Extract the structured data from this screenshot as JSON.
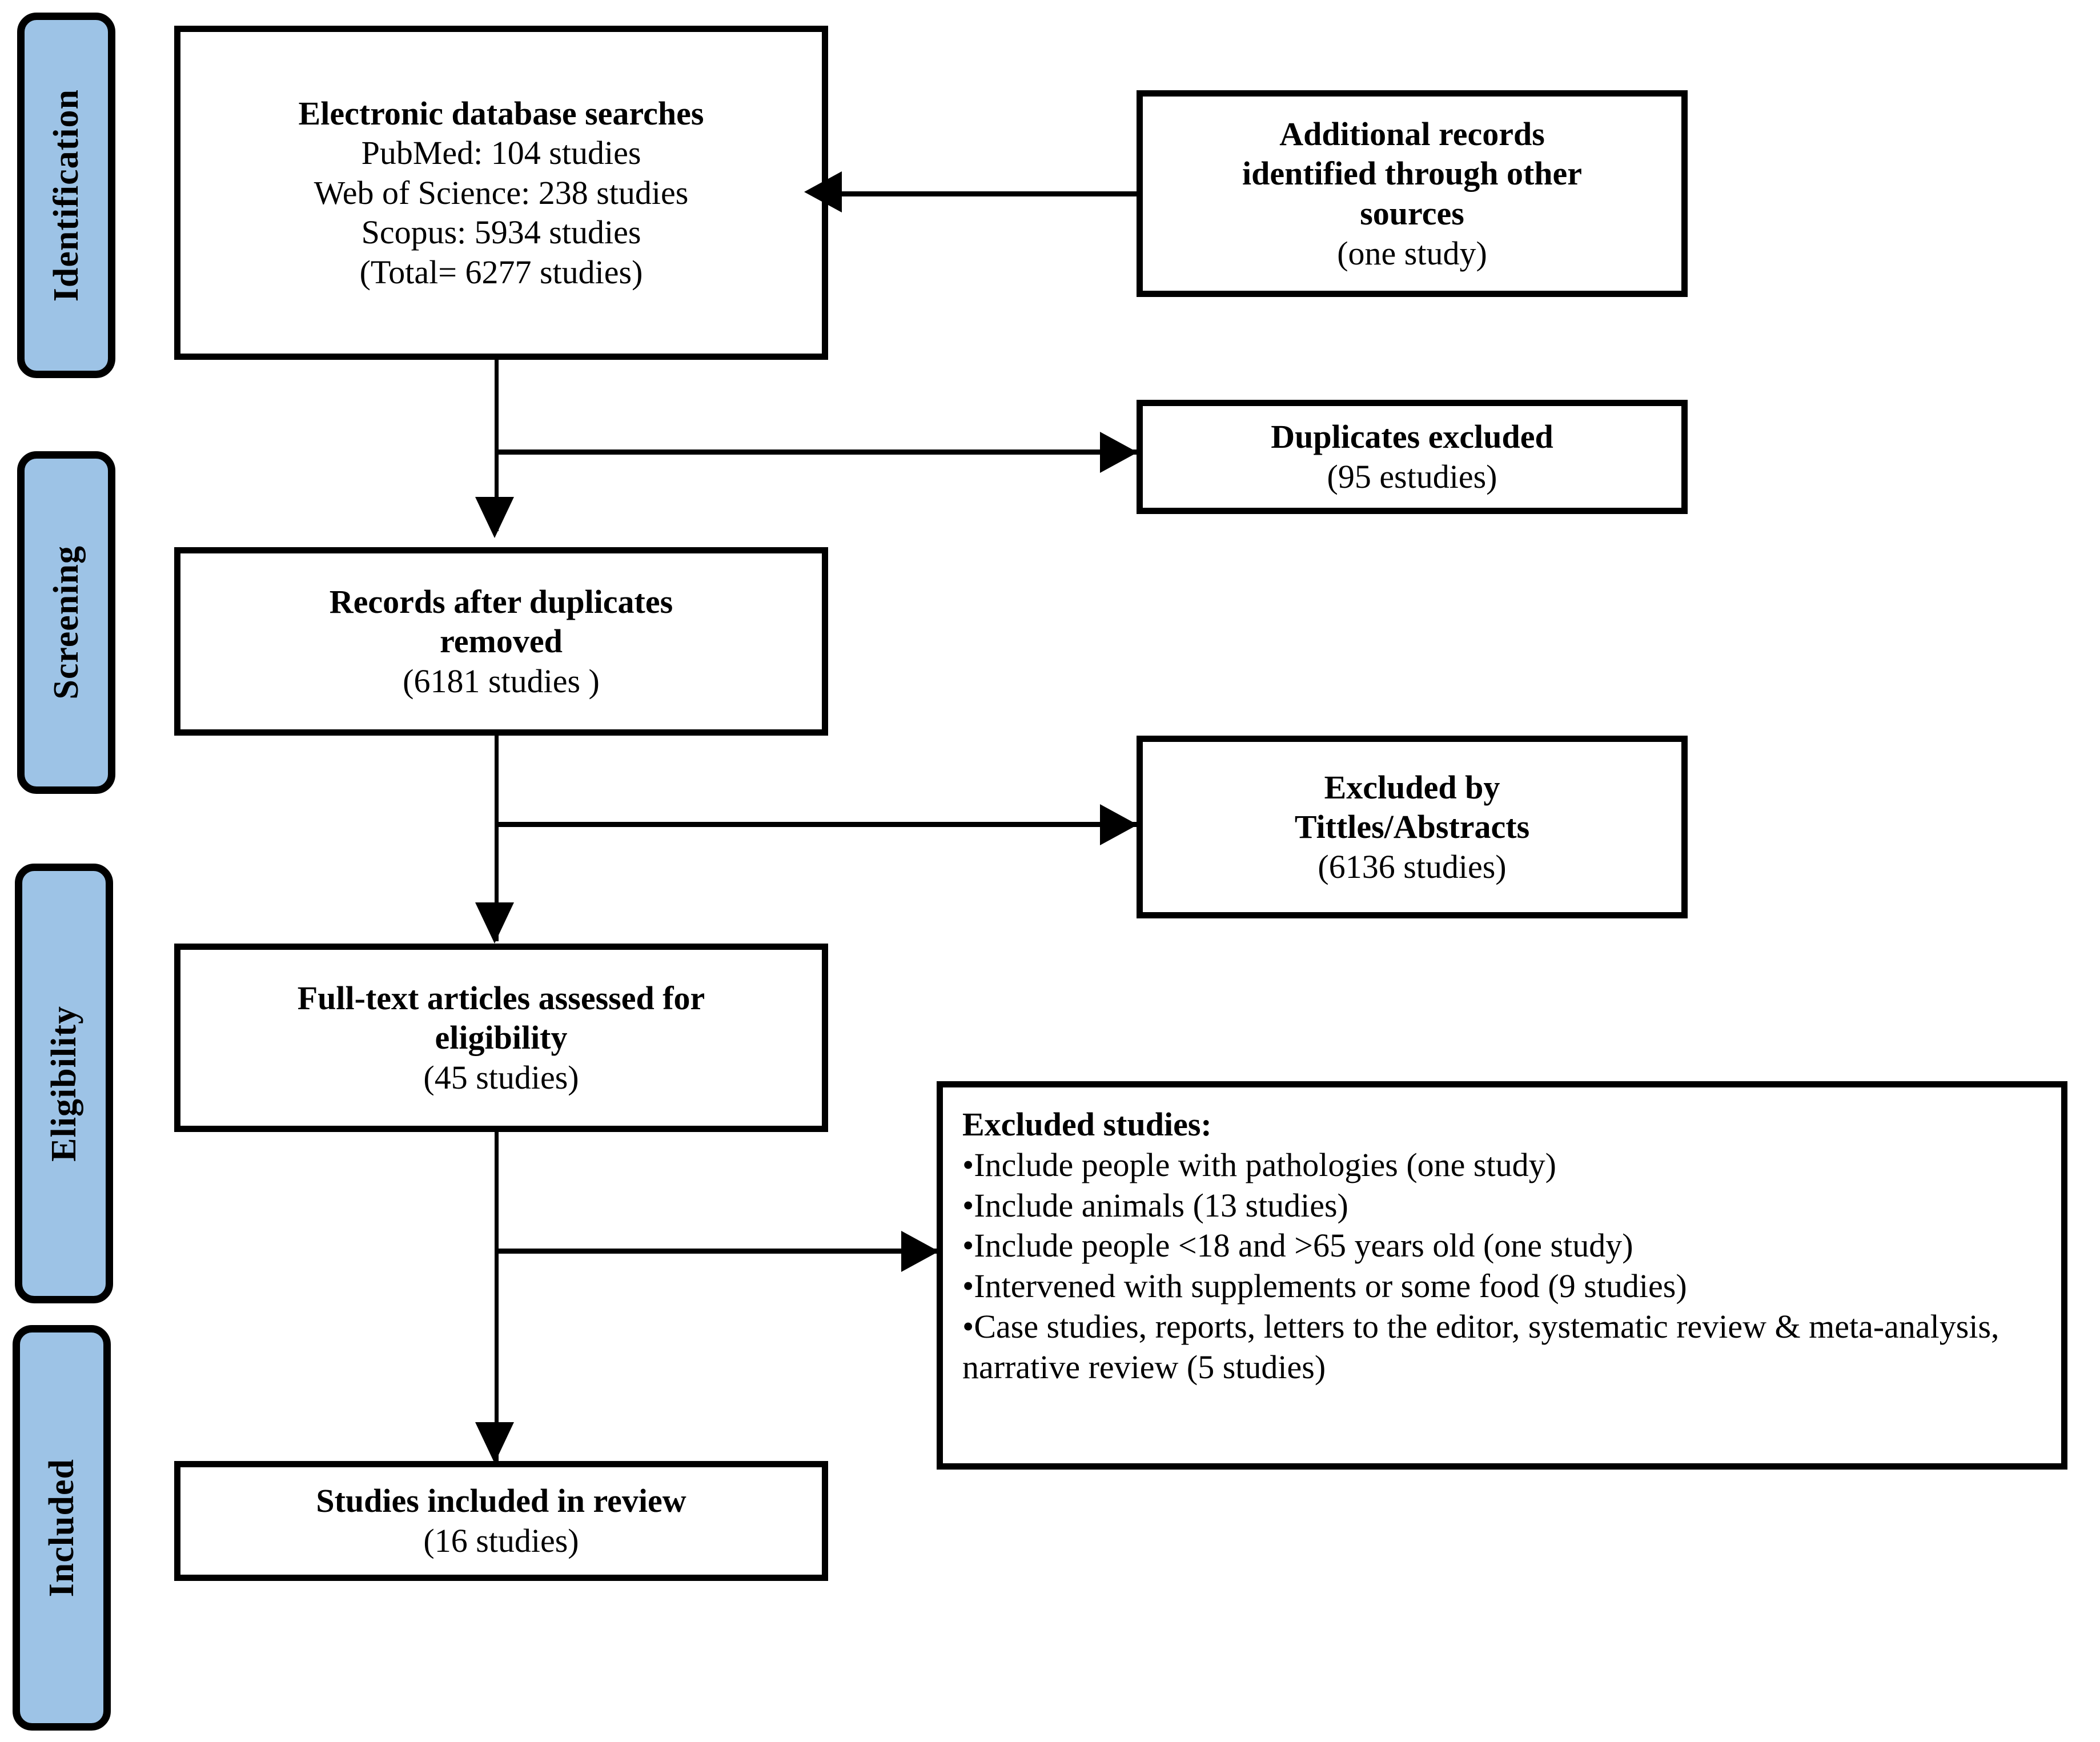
{
  "diagram": {
    "title": "PRISMA study selection flow diagram",
    "accent_color": "#9dc3e6",
    "line_color": "#000000"
  },
  "stages": [
    {
      "id": "identification",
      "label": "Identification"
    },
    {
      "id": "screening",
      "label": "Screening"
    },
    {
      "id": "eligibility",
      "label": "Eligibility"
    },
    {
      "id": "included",
      "label": "Included"
    }
  ],
  "boxes": {
    "database_searches": {
      "lines": [
        "Electronic database searches",
        "PubMed: 104  studies",
        "Web of Science: 238 studies",
        "Scopus: 5934 studies",
        "(Total= 6277 studies)"
      ]
    },
    "additional_records": {
      "lines": [
        "Additional records",
        "identified through other",
        "sources",
        "(one study)"
      ]
    },
    "duplicates_excluded": {
      "lines": [
        "Duplicates excluded",
        "(95 estudies)"
      ]
    },
    "records_after_duplicates": {
      "lines": [
        "Records after duplicates",
        "removed",
        "(6181 studies )"
      ]
    },
    "excluded_titles_abstracts": {
      "lines": [
        "Excluded by",
        "Tittles/Abstracts",
        "(6136 studies)"
      ]
    },
    "full_text_assessed": {
      "lines": [
        "Full-text articles assessed for",
        "eligibility",
        "(45 studies)"
      ]
    },
    "excluded_studies": {
      "heading": "Excluded studies:",
      "bullet": "•",
      "items": [
        "Include people with pathologies (one study)",
        "Include animals (13 studies)",
        "Include people <18 and >65 years old (one study)",
        "Intervened with supplements or some food (9 studies)",
        "Case studies, reports, letters to the editor, systematic review & meta-analysis, narrative review (5 studies)"
      ]
    },
    "studies_included": {
      "lines": [
        "Studies included in review",
        "(16 studies)"
      ]
    }
  }
}
